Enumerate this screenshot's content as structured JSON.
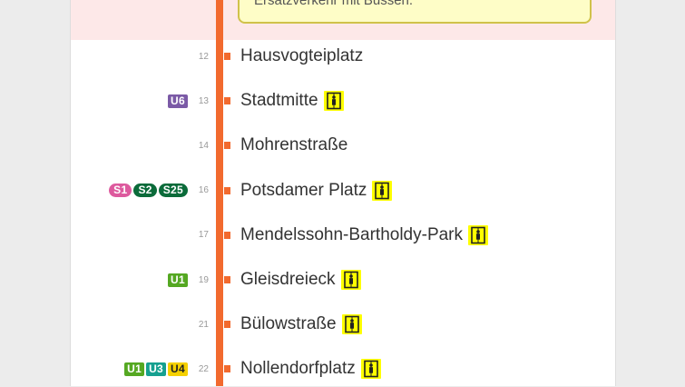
{
  "alert": {
    "text": "Ersatzverkehr mit Bussen."
  },
  "colors": {
    "line": "#f26a2e",
    "lift_bg": "#ffff00",
    "alert_band": "#fde8e8",
    "alert_box": "#fefdc7"
  },
  "stops": [
    {
      "num": "12",
      "name": "Hausvogteiplatz",
      "elevator": false,
      "badges": []
    },
    {
      "num": "13",
      "name": "Stadtmitte",
      "elevator": true,
      "badges": [
        {
          "label": "U6",
          "color": "#7b5aa6",
          "kind": "u"
        }
      ]
    },
    {
      "num": "14",
      "name": "Mohrenstraße",
      "elevator": false,
      "badges": []
    },
    {
      "num": "16",
      "name": "Potsdamer Platz",
      "elevator": true,
      "badges": [
        {
          "label": "S1",
          "color": "#dd5a9e",
          "kind": "s"
        },
        {
          "label": "S2",
          "color": "#0b6b3a",
          "kind": "s"
        },
        {
          "label": "S25",
          "color": "#0b6b3a",
          "kind": "s"
        }
      ]
    },
    {
      "num": "17",
      "name": "Mendelssohn-Bartholdy-Park",
      "elevator": true,
      "badges": []
    },
    {
      "num": "19",
      "name": "Gleisdreieck",
      "elevator": true,
      "badges": [
        {
          "label": "U1",
          "color": "#55a822",
          "kind": "u"
        }
      ]
    },
    {
      "num": "21",
      "name": "Bülowstraße",
      "elevator": true,
      "badges": []
    },
    {
      "num": "22",
      "name": "Nollendorfplatz",
      "elevator": true,
      "badges": [
        {
          "label": "U1",
          "color": "#55a822",
          "kind": "u"
        },
        {
          "label": "U3",
          "color": "#16a090",
          "kind": "u"
        },
        {
          "label": "U4",
          "color": "#f5d000",
          "kind": "u",
          "text_color": "#222222"
        }
      ]
    }
  ],
  "icons": {
    "elevator": "elevator-icon"
  }
}
